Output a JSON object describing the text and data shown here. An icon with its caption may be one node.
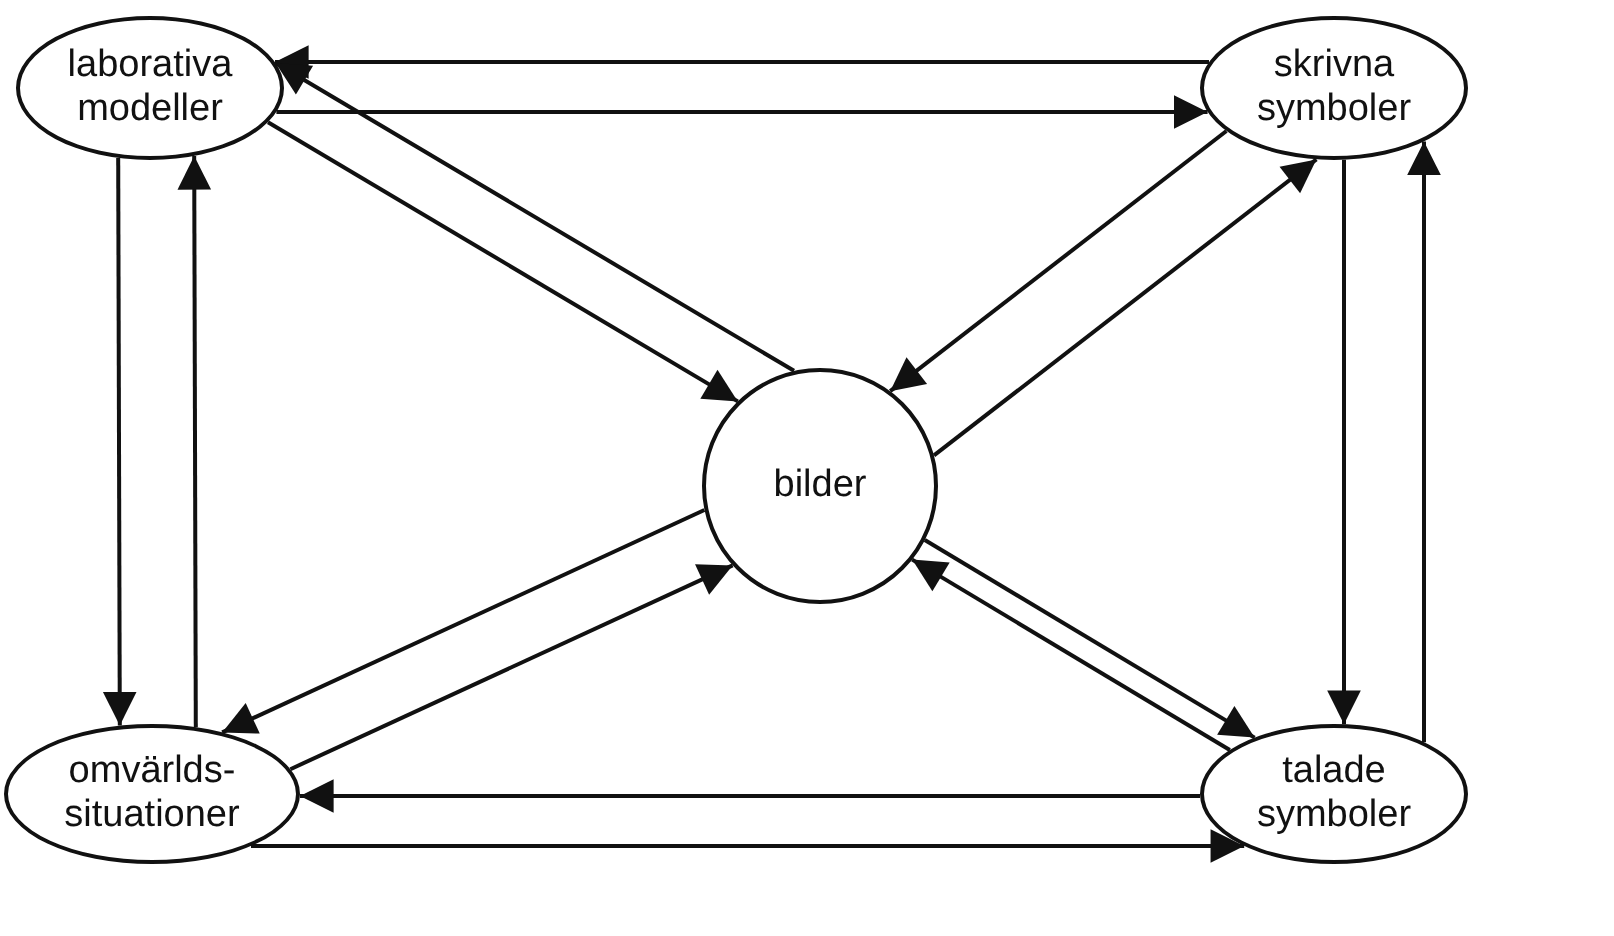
{
  "diagram": {
    "nodes": [
      {
        "text": [
          "laborativa modeller"
        ]
      },
      {
        "text": [
          "skrivna symboler"
        ]
      },
      {
        "text": [
          "bilder"
        ]
      },
      {
        "text": [
          "omvärlds- situationer"
        ]
      },
      {
        "text": [
          "talade symboler"
        ]
      }
    ],
    "edges": [
      {
        "from": 1,
        "to": 0,
        "arrow": "to"
      },
      {
        "from": 0,
        "to": 1,
        "arrow": "to"
      },
      {
        "from": 0,
        "to": 3,
        "arrow": "to"
      },
      {
        "from": 3,
        "to": 0,
        "arrow": "to"
      },
      {
        "from": 1,
        "to": 4,
        "arrow": "to"
      },
      {
        "from": 4,
        "to": 1,
        "arrow": "to"
      },
      {
        "from": 4,
        "to": 3,
        "arrow": "to"
      },
      {
        "from": 3,
        "to": 4,
        "arrow": "to"
      },
      {
        "from": 0,
        "to": 2,
        "arrow": "to"
      },
      {
        "from": 2,
        "to": 0,
        "arrow": "to"
      },
      {
        "from": 1,
        "to": 2,
        "arrow": "to"
      },
      {
        "from": 2,
        "to": 1,
        "arrow": "to"
      },
      {
        "from": 2,
        "to": 3,
        "arrow": "to"
      },
      {
        "from": 3,
        "to": 2,
        "arrow": "to"
      },
      {
        "from": 2,
        "to": 4,
        "arrow": "to"
      },
      {
        "from": 4,
        "to": 2,
        "arrow": "to"
      }
    ]
  }
}
